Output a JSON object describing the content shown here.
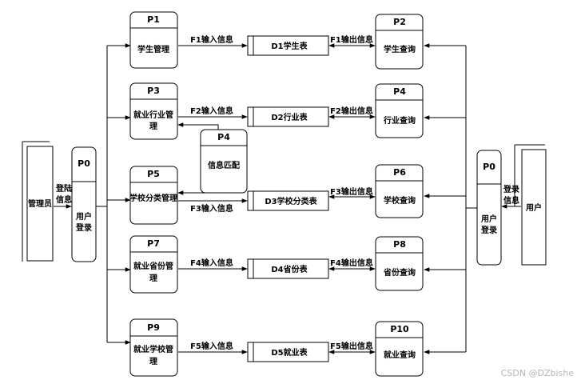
{
  "processes": {
    "p1": {
      "id": "P1",
      "name": "学生管理"
    },
    "p2": {
      "id": "P2",
      "name": "学生查询"
    },
    "p3": {
      "id": "P3",
      "name_line1": "就业行业管",
      "name_line2": "理"
    },
    "p4": {
      "id": "P4",
      "name": "行业查询"
    },
    "p4m": {
      "id": "P4",
      "name": "信息匹配"
    },
    "p5": {
      "id": "P5",
      "name": "学校分类管理"
    },
    "p6": {
      "id": "P6",
      "name": "学校查询"
    },
    "p7": {
      "id": "P7",
      "name_line1": "就业省份管",
      "name_line2": "理"
    },
    "p8": {
      "id": "P8",
      "name": "省份查询"
    },
    "p9": {
      "id": "P9",
      "name_line1": "就业学校管",
      "name_line2": "理"
    },
    "p10": {
      "id": "P10",
      "name": "就业查询"
    },
    "p0_left": {
      "id": "P0",
      "name_line1": "用户",
      "name_line2": "登录"
    },
    "p0_right": {
      "id": "P0",
      "name_line1": "用户",
      "name_line2": "登录"
    }
  },
  "data_stores": {
    "d1": "D1学生表",
    "d2": "D2行业表",
    "d3": "D3学校分类表",
    "d4": "D4省份表",
    "d5": "D5就业表"
  },
  "entities": {
    "admin": "管理员",
    "user": "用户"
  },
  "flows": {
    "f1_in": "F1输入信息",
    "f1_out": "F1输出信息",
    "f2_in": "F2输入信息",
    "f2_out": "F2输出信息",
    "f3_in": "F3输入信息",
    "f3_out": "F3输出信息",
    "f4_in": "F4输入信息",
    "f4_out": "F4输出信息",
    "f5_in": "F5输入信息",
    "f5_out": "F5输出信息",
    "login_left_1": "登陆",
    "login_left_2": "信息",
    "login_right_1": "登录",
    "login_right_2": "信息"
  },
  "watermark": "CSDN @DZbishe"
}
